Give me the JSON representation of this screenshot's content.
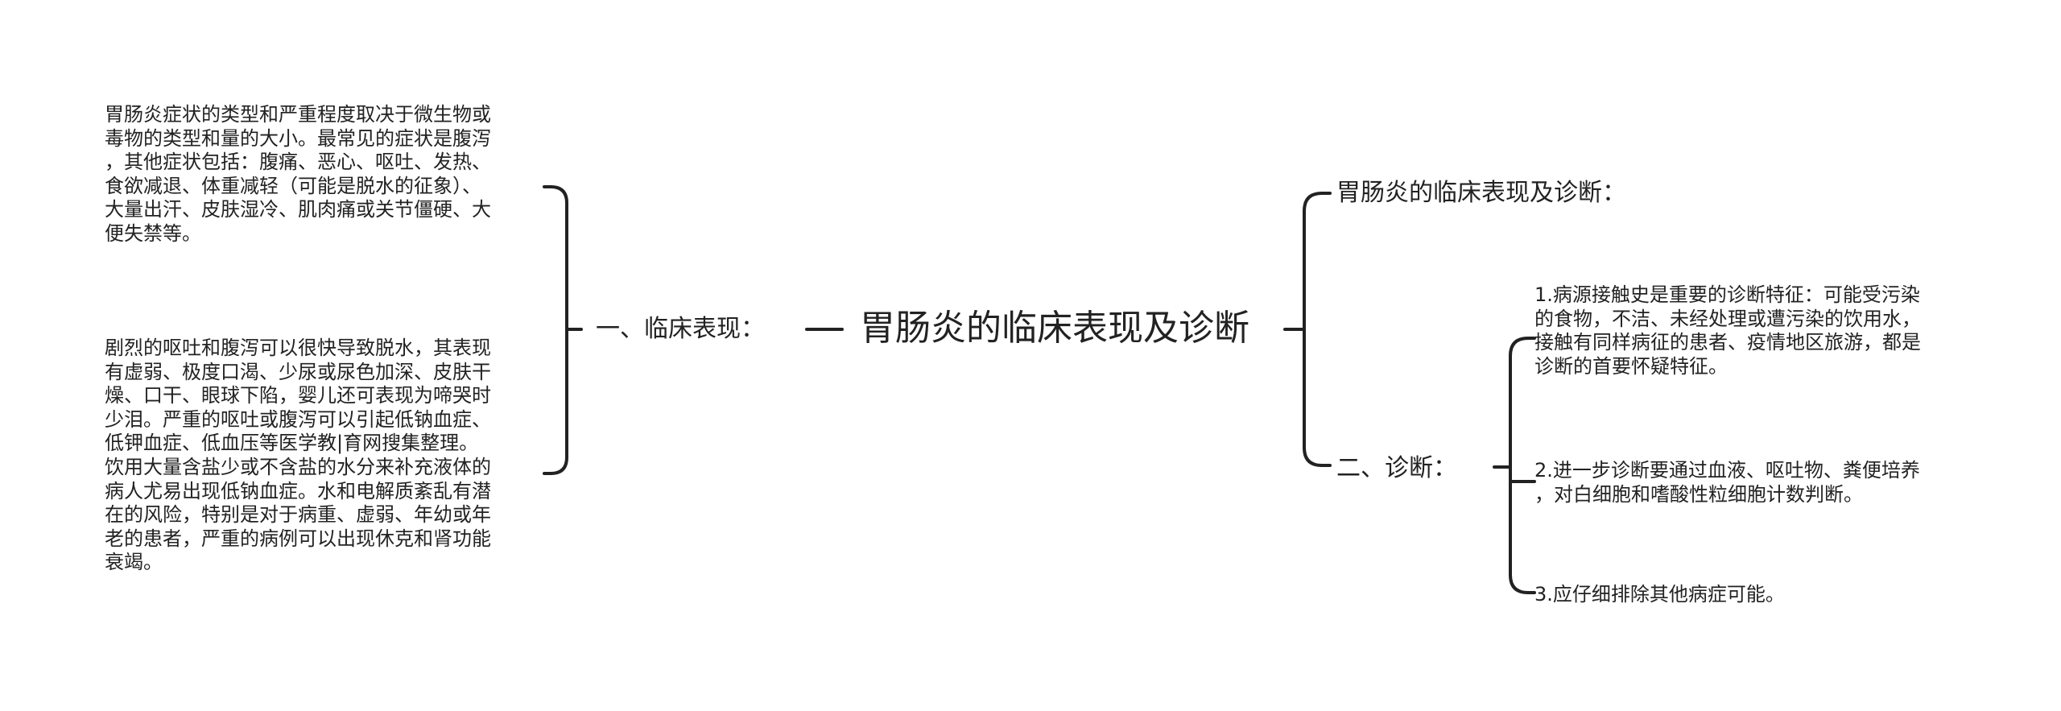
{
  "mindmap": {
    "root": "胃肠炎的临床表现及诊断",
    "left_branch": {
      "label": "一、临床表现：",
      "items": [
        "胃肠炎症状的类型和严重程度取决于微生物或\n毒物的类型和量的大小。最常见的症状是腹泻\n，其他症状包括：腹痛、恶心、呕吐、发热、\n食欲减退、体重减轻（可能是脱水的征象）、\n大量出汗、皮肤湿冷、肌肉痛或关节僵硬、大\n便失禁等。",
        "剧烈的呕吐和腹泻可以很快导致脱水，其表现\n有虚弱、极度口渴、少尿或尿色加深、皮肤干\n燥、口干、眼球下陷，婴儿还可表现为啼哭时\n少泪。严重的呕吐或腹泻可以引起低钠血症、\n低钾血症、低血压等医学教|育网搜集整理。\n饮用大量含盐少或不含盐的水分来补充液体的\n病人尤易出现低钠血症。水和电解质紊乱有潜\n在的风险，特别是对于病重、虚弱、年幼或年\n老的患者，严重的病例可以出现休克和肾功能\n衰竭。"
      ]
    },
    "right_branches": [
      {
        "label": "胃肠炎的临床表现及诊断："
      },
      {
        "label": "二、诊断：",
        "items": [
          "1.病源接触史是重要的诊断特征：可能受污染\n的食物，不洁、未经处理或遭污染的饮用水，\n接触有同样病征的患者、疫情地区旅游，都是\n诊断的首要怀疑特征。",
          "2.进一步诊断要通过血液、呕吐物、粪便培养\n，对白细胞和嗜酸性粒细胞计数判断。",
          "3.应仔细排除其他病症可能。"
        ]
      }
    ]
  },
  "colors": {
    "line": "#222222",
    "text": "#222222",
    "background": "#ffffff"
  }
}
